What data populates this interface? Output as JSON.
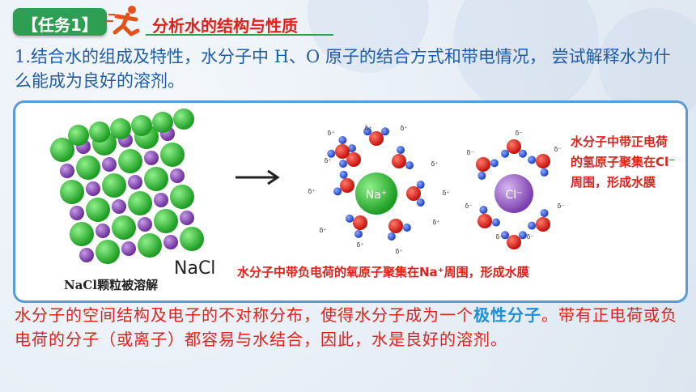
{
  "task": {
    "tab_label": "【任务1】",
    "title": "分析水的结构与性质"
  },
  "question": "1.结合水的组成及特性，水分子中 H、O 原子的结合方式和带电情况， 尝试解释水为什么能成为良好的溶剂。",
  "figure": {
    "nacl_label": "NaCl",
    "nacl_caption": "NaCl颗粒被溶解",
    "na_ion": "Na⁺",
    "cl_ion": "Cl⁻",
    "delta_plus": "δ⁺",
    "delta_minus": "δ⁻",
    "bottom_caption": "水分子中带负电荷的氧原子聚集在Na⁺周围，形成水膜",
    "side_note": "水分子中带正电荷的氢原子聚集在Cl⁻周围，形成水膜"
  },
  "conclusion": {
    "part1": "水分子的空间结构及电子的不对称分布，使得水分子成为一个",
    "highlight": "极性分子",
    "part2": "。带有正电荷或负电荷的分子（或离子）都容易与水结合，因此，水是良好的溶剂。"
  },
  "colors": {
    "accent_green": "#2e9e52",
    "text_blue": "#1f5ca8",
    "text_red": "#e0201a",
    "highlight_blue": "#1f8fd6"
  }
}
